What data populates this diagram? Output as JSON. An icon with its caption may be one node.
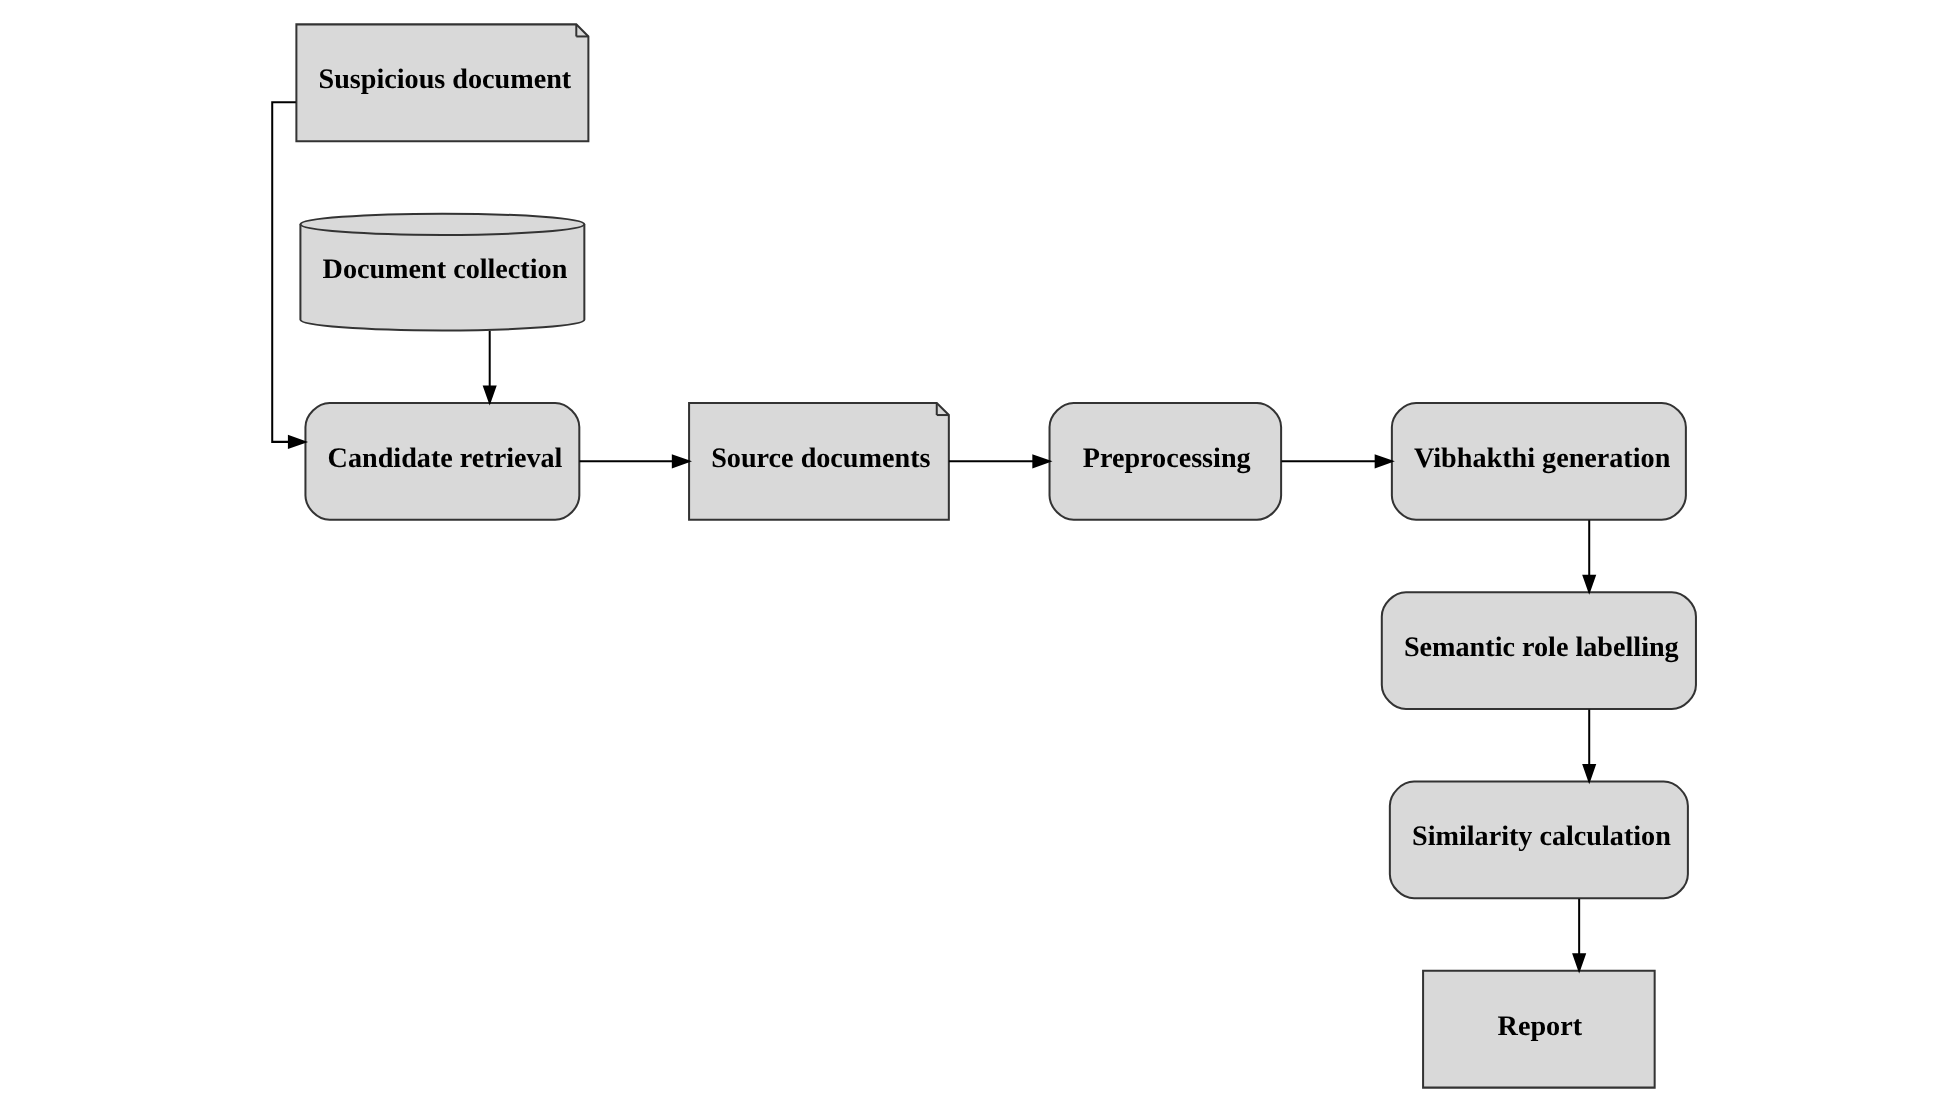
{
  "diagram": {
    "nodes": [
      {
        "text": [
          "Suspicious document"
        ]
      },
      {
        "text": [
          "Candidate retrieval"
        ]
      },
      {
        "text": [
          "Document collection"
        ]
      },
      {
        "text": [
          "Source documents"
        ]
      },
      {
        "text": [
          "Preprocessing"
        ]
      },
      {
        "text": [
          "Vibhakthi generation"
        ]
      },
      {
        "text": [
          "Semantic role labelling"
        ]
      },
      {
        "text": [
          "Similarity calculation"
        ]
      },
      {
        "text": [
          "Report"
        ]
      }
    ],
    "edges": [
      {
        "from": 0,
        "to": 1,
        "arrow": "to"
      },
      {
        "from": 2,
        "to": 1,
        "arrow": "to"
      },
      {
        "from": 1,
        "to": 3,
        "arrow": "to"
      },
      {
        "from": 3,
        "to": 4,
        "arrow": "to"
      },
      {
        "from": 4,
        "to": 5,
        "arrow": "to"
      },
      {
        "from": 5,
        "to": 6,
        "arrow": "to"
      },
      {
        "from": 6,
        "to": 7,
        "arrow": "to"
      },
      {
        "from": 7,
        "to": 8,
        "arrow": "to"
      }
    ]
  }
}
